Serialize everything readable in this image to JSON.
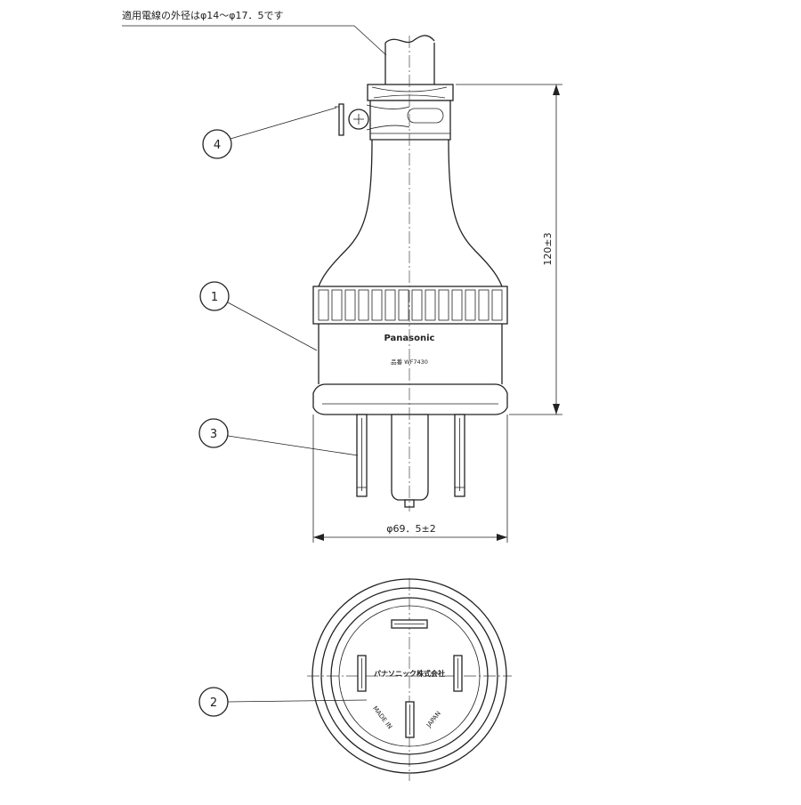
{
  "note_text": "適用電線の外径はφ14～φ17．5です",
  "brand_text": "Panasonic",
  "model_text": "品番 WF7430",
  "dimension_height": "120±3",
  "dimension_diameter": "φ69．5±2",
  "maker_text": "パナソニック株式会社",
  "origin_text": "MADE IN JAPAN",
  "callouts": [
    "1",
    "2",
    "3",
    "4"
  ]
}
